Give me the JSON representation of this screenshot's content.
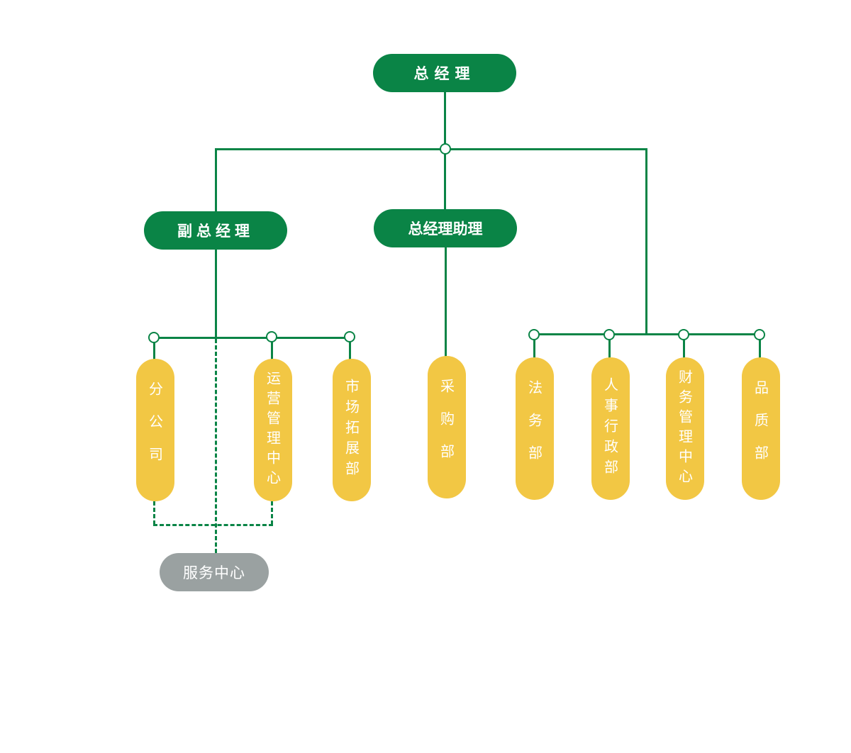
{
  "colors": {
    "green": "#0a8446",
    "yellow": "#f2c744",
    "gray": "#9aa1a1"
  },
  "top": {
    "label": "总经理"
  },
  "vice": {
    "label": "副总经理"
  },
  "assistant": {
    "label": "总经理助理"
  },
  "departments": [
    "分公司",
    "运营管理中心",
    "市场拓展部",
    "采购部",
    "法务部",
    "人事行政部",
    "财务管理中心",
    "品质部"
  ],
  "service": {
    "label": "服务中心"
  }
}
